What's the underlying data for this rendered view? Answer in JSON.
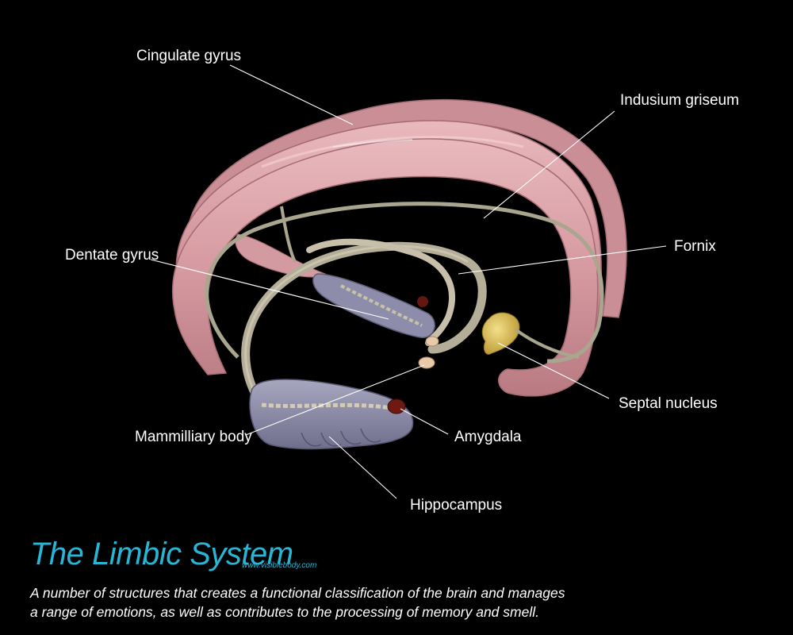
{
  "labels": {
    "cingulate_gyrus": "Cingulate gyrus",
    "indusium_griseum": "Indusium griseum",
    "fornix": "Fornix",
    "dentate_gyrus": "Dentate gyrus",
    "septal_nucleus": "Septal nucleus",
    "mammillary_body": "Mammilliary body",
    "amygdala": "Amygdala",
    "hippocampus": "Hippocampus"
  },
  "caption": {
    "title": "The Limbic System",
    "website": "www.visiblebody.com",
    "description_line1": "A number of structures that creates a functional classification of the brain and manages",
    "description_line2": "a range of emotions, as well as contributes to the processing of memory and smell."
  },
  "colors": {
    "background": "#000000",
    "cingulate": "#d9a0a6",
    "fornix": "#a9a58e",
    "hippocampus": "#8b8aa6",
    "septal": "#d9c060",
    "amygdala": "#6e1a12",
    "title": "#29b5d6"
  }
}
